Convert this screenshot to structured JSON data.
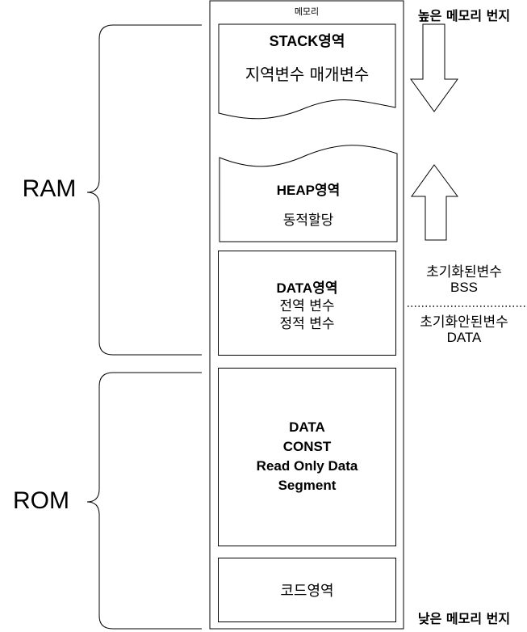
{
  "diagram": {
    "memory_label": "메모리",
    "top_address_label": "높은 메모리 번지",
    "bottom_address_label": "낮은 메모리 번지",
    "ram_label": "RAM",
    "rom_label": "ROM",
    "stack": {
      "title": "STACK영역",
      "desc": "지역변수 매개변수"
    },
    "heap": {
      "title": "HEAP영역",
      "desc": "동적할당"
    },
    "data": {
      "title": "DATA영역",
      "line1": "전역 변수",
      "line2": "정적 변수"
    },
    "bss": {
      "line1": "초기화된변수",
      "line2": "BSS"
    },
    "data_seg": {
      "line1": "초기화안된변수",
      "line2": "DATA"
    },
    "rom_area": {
      "line1": "DATA",
      "line2": "CONST",
      "line3": "Read Only Data",
      "line4": "Segment"
    },
    "code": {
      "title": "코드영역"
    }
  }
}
